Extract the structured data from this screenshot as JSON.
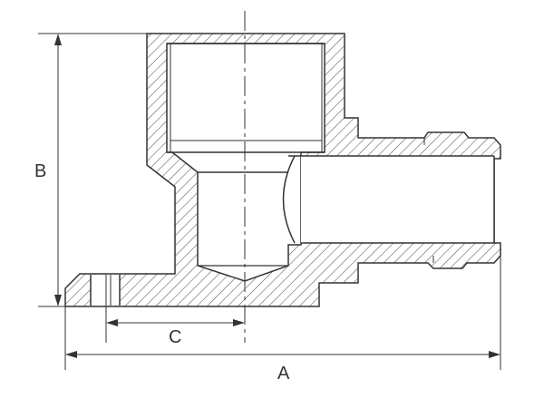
{
  "dimensions": {
    "a": "A",
    "b": "B",
    "c": "C"
  },
  "colors": {
    "line": "#333333",
    "hatch": "#555555",
    "background": "#ffffff"
  }
}
